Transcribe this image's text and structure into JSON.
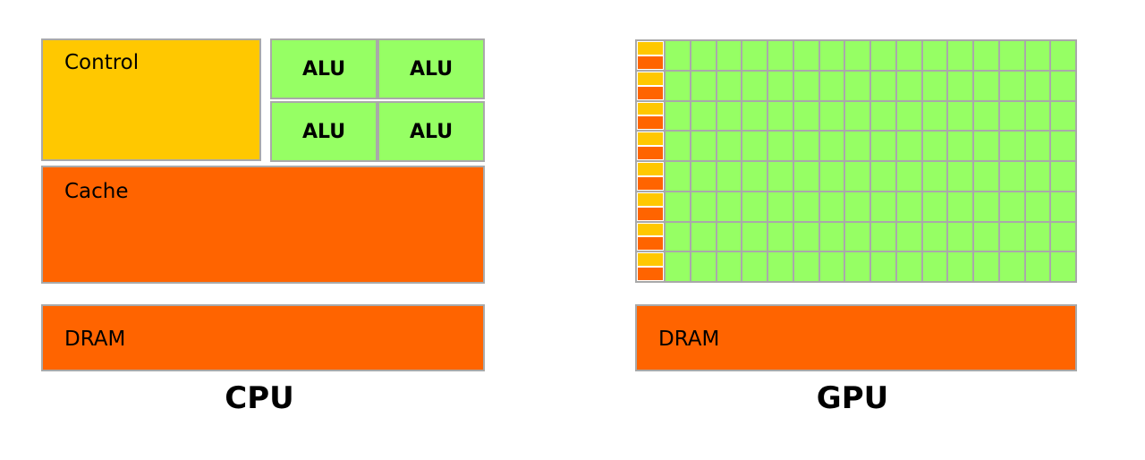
{
  "cpu": {
    "control_label": "Control",
    "alu_labels": [
      "ALU",
      "ALU",
      "ALU",
      "ALU"
    ],
    "cache_label": "Cache",
    "dram_label": "DRAM",
    "caption": "CPU"
  },
  "gpu": {
    "dram_label": "DRAM",
    "caption": "GPU",
    "rows": 8,
    "alu_columns": 16
  },
  "colors": {
    "control": "#ffc800",
    "alu": "#96ff64",
    "cache": "#ff6400",
    "dram": "#ff6400",
    "border": "#a9a9a9"
  }
}
